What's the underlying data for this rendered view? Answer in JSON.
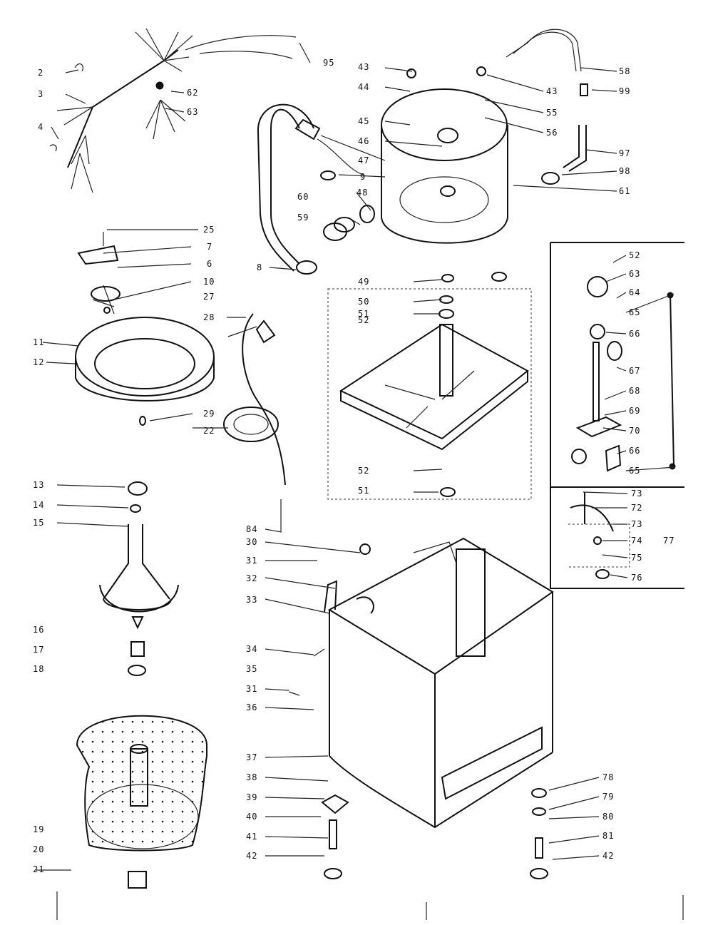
{
  "labels": [
    "2",
    "3",
    "4",
    "95",
    "62",
    "63",
    "43",
    "44",
    "45",
    "46",
    "47",
    "9",
    "48",
    "60",
    "59",
    "8",
    "43",
    "55",
    "56",
    "58",
    "99",
    "97",
    "98",
    "61",
    "25",
    "7",
    "6",
    "10",
    "27",
    "28",
    "11",
    "12",
    "29",
    "22",
    "49",
    "50",
    "52",
    "51",
    "52",
    "51",
    "52",
    "63",
    "64",
    "65",
    "66",
    "67",
    "68",
    "69",
    "70",
    "66",
    "65",
    "13",
    "14",
    "15",
    "16",
    "17",
    "18",
    "19",
    "20",
    "21",
    "84",
    "30",
    "31",
    "32",
    "33",
    "34",
    "35",
    "31",
    "36",
    "37",
    "38",
    "39",
    "40",
    "41",
    "42",
    "73",
    "72",
    "73",
    "74",
    "75",
    "77",
    "76",
    "78",
    "79",
    "80",
    "81",
    "42"
  ]
}
